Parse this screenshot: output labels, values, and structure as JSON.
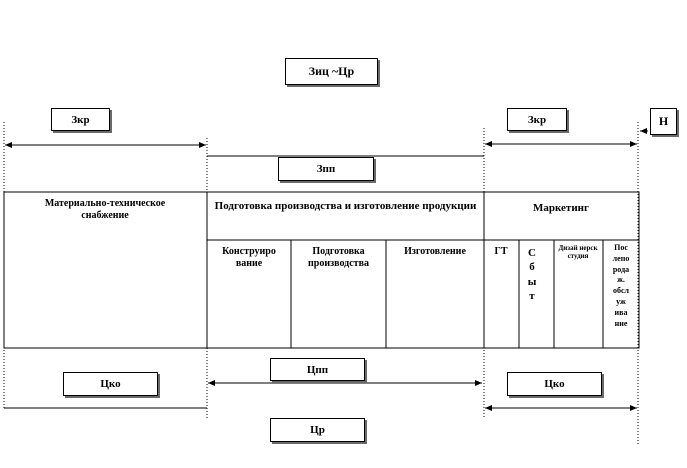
{
  "labels": {
    "top_formula": "Зиц ~Цр",
    "zkp_left": "Зкр",
    "zkp_right": "Зкр",
    "h_box": "Н",
    "zpp": "Зпп",
    "cko_left": "Цко",
    "cpp": "Цпп",
    "cko_right": "Цко",
    "cr": "Цр"
  },
  "table": {
    "col1_header": "Материально-техническое снабжение",
    "col2_header": "Подготовка производства и изготовление продукции",
    "col3_header": "Маркетинг",
    "sub2": [
      "Конструиро вание",
      "Подготовка производства",
      "Изготовление"
    ],
    "sub3": [
      "ГТ",
      "С б ы т",
      "Дизай нерск студия",
      "Пос лепо рода ж. обсл уж ива ние"
    ]
  }
}
